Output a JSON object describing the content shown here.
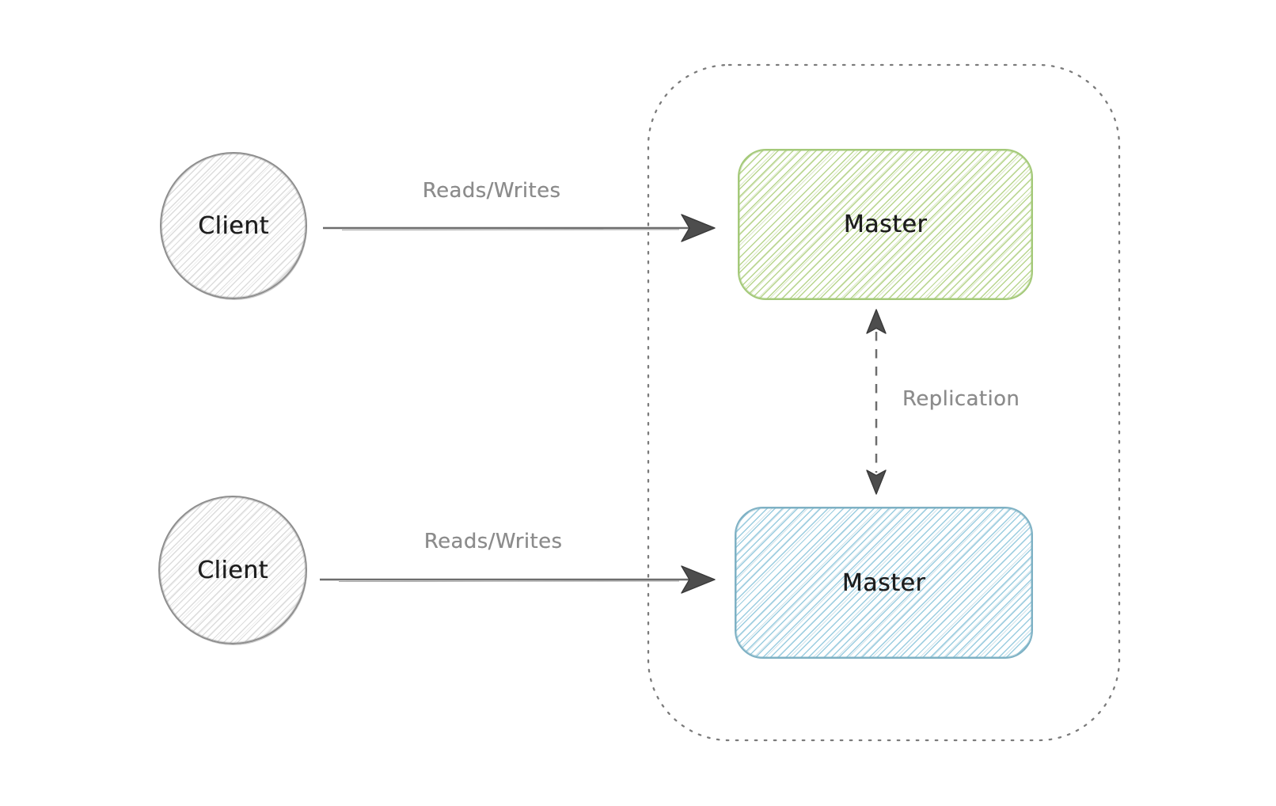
{
  "diagram_type": "architecture-sketch",
  "nodes": {
    "clients": [
      {
        "id": "client-top",
        "label": "Client",
        "shape": "circle"
      },
      {
        "id": "client-bottom",
        "label": "Client",
        "shape": "circle"
      }
    ],
    "masters": [
      {
        "id": "master-top",
        "label": "Master",
        "shape": "rounded-rectangle",
        "theme": "green"
      },
      {
        "id": "master-bottom",
        "label": "Master",
        "shape": "rounded-rectangle",
        "theme": "blue"
      }
    ]
  },
  "cluster": {
    "style": "dotted-rounded-rectangle",
    "contains": [
      "master-top",
      "master-bottom"
    ]
  },
  "edges": [
    {
      "label": "Reads/Writes",
      "from": "client-top",
      "to": "master-top",
      "style": "solid",
      "direction": "one-way"
    },
    {
      "label": "Reads/Writes",
      "from": "client-bottom",
      "to": "master-bottom",
      "style": "solid",
      "direction": "one-way"
    },
    {
      "label": "Replication",
      "from": "master-top",
      "to": "master-bottom",
      "style": "dashed",
      "direction": "two-way"
    }
  ],
  "colors": {
    "background": "#ffffff",
    "ink": "#1e1e1e",
    "muted_label": "#8c8c8c",
    "edge_stroke": "#6d6d6d",
    "arrowhead": "#4d4d4d",
    "cluster_stroke": "#7b7b7b",
    "client_stroke": "#8e8e8e",
    "client_hatch": "#dcdcdc",
    "master_top_stroke": "#a4c979",
    "master_top_hatch": "#b9d68f",
    "master_bottom_stroke": "#7eb1c4",
    "master_bottom_hatch": "#9bcde0"
  }
}
